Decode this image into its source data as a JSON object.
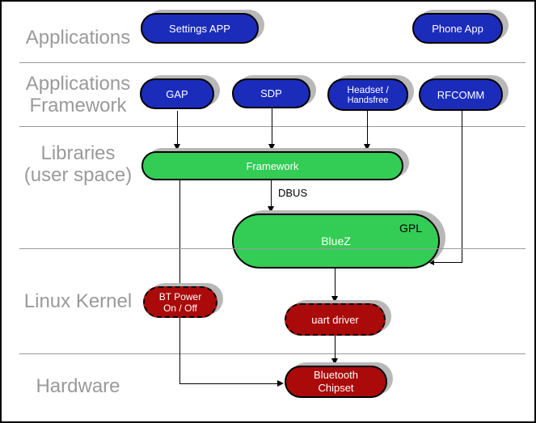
{
  "diagram": {
    "layers": [
      {
        "name": "applications",
        "lines": [
          "Applications"
        ]
      },
      {
        "name": "applications-framework",
        "lines": [
          "Applications",
          "Framework"
        ]
      },
      {
        "name": "libraries-user-space",
        "lines": [
          "Libraries",
          "(user space)"
        ]
      },
      {
        "name": "linux-kernel",
        "lines": [
          "Linux Kernel"
        ]
      },
      {
        "name": "hardware",
        "lines": [
          "Hardware"
        ]
      }
    ],
    "nodes": {
      "settings_app": {
        "label": "Settings APP"
      },
      "phone_app": {
        "label": "Phone App"
      },
      "gap": {
        "label": "GAP"
      },
      "sdp": {
        "label": "SDP"
      },
      "headset": {
        "line1": "Headset /",
        "line2": "Handsfree"
      },
      "rfcomm": {
        "label": "RFCOMM"
      },
      "framework": {
        "label": "Framework"
      },
      "bluez": {
        "label": "BlueZ",
        "tag": "GPL"
      },
      "bt_power": {
        "line1": "BT Power",
        "line2": "On / Off"
      },
      "uart_driver": {
        "label": "uart driver"
      },
      "bt_chipset": {
        "line1": "Bluetooth",
        "line2": "Chipset"
      }
    },
    "edge_labels": {
      "dbus": "DBUS"
    },
    "colors": {
      "app_blue": "#1b2cbb",
      "lib_green": "#33cc55",
      "kernel_red": "#aa0a0a",
      "label_gray": "#9a9a9a",
      "shadow_gray": "#b8b8b8",
      "line_black": "#000000"
    }
  }
}
